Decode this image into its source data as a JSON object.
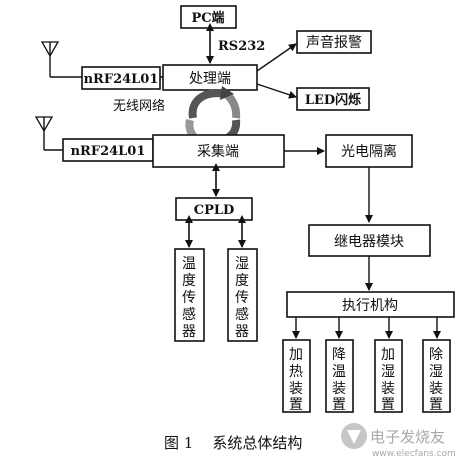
{
  "nodes": {
    "pc": "PC端",
    "rs232": "RS232",
    "processor": "处理端",
    "sound_alarm": "声音报警",
    "led_flash": "LED闪烁",
    "nrf_top": "nRF24L01",
    "wireless": "无线网络",
    "nrf_bottom": "nRF24L01",
    "collector": "采集端",
    "optical_isolation": "光电隔离",
    "cpld": "CPLD",
    "relay_module": "继电器模块",
    "actuator": "执行机构",
    "temp_sensor": [
      "温",
      "度",
      "传",
      "感",
      "器"
    ],
    "humidity_sensor": [
      "湿",
      "度",
      "传",
      "感",
      "器"
    ],
    "heater": [
      "加",
      "热",
      "装",
      "置"
    ],
    "cooler": [
      "降",
      "温",
      "装",
      "置"
    ],
    "humidifier": [
      "加",
      "湿",
      "装",
      "置"
    ],
    "dehumidifier": [
      "除",
      "湿",
      "装",
      "置"
    ]
  },
  "caption": "图 1    系统总体结构",
  "watermark": {
    "logo": "电子发烧友",
    "url": "www.elecfans.com"
  }
}
